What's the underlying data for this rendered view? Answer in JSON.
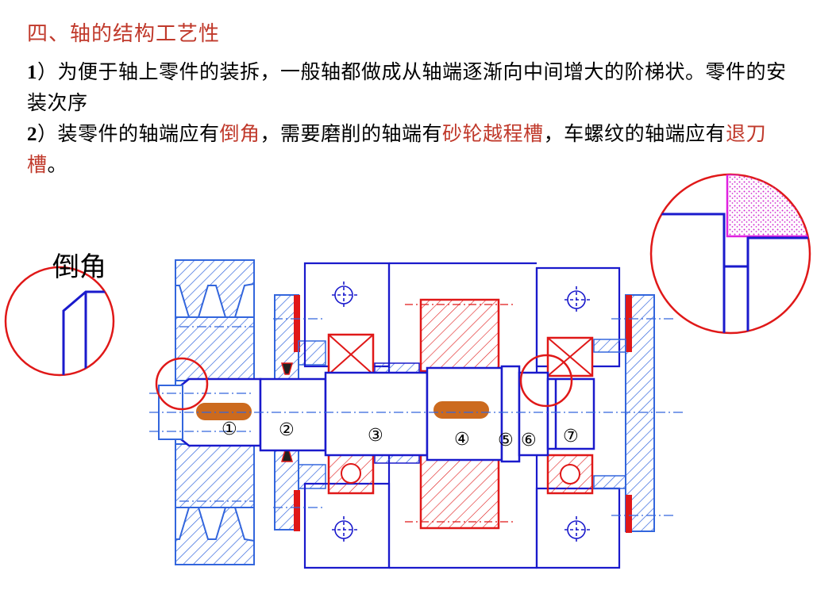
{
  "slide": {
    "title": "四、轴的结构工艺性",
    "para1": {
      "num": "1",
      "text": "）为便于轴上零件的装拆，一般轴都做成从轴端逐渐向中间增大的阶梯状。零件的安装次序"
    },
    "para2": {
      "num": "2",
      "t1": "）装零件的轴端应有",
      "h1": "倒角",
      "t2": "，需要磨削的轴端有",
      "h2": "砂轮越程槽",
      "t3": "，车螺纹的轴端应有",
      "h3": "退刀槽",
      "t4": "。"
    }
  },
  "diagram": {
    "zoom_label": "倒角",
    "section_labels": [
      "①",
      "②",
      "③",
      "④",
      "⑤",
      "⑥",
      "⑦"
    ]
  },
  "colors": {
    "accent": "#c0392b",
    "outline_blue": "#1a1acc",
    "hatch_blue": "#3366dd",
    "red": "#e01818",
    "magenta": "#e020e0",
    "key_brown": "#cc6a1e"
  }
}
